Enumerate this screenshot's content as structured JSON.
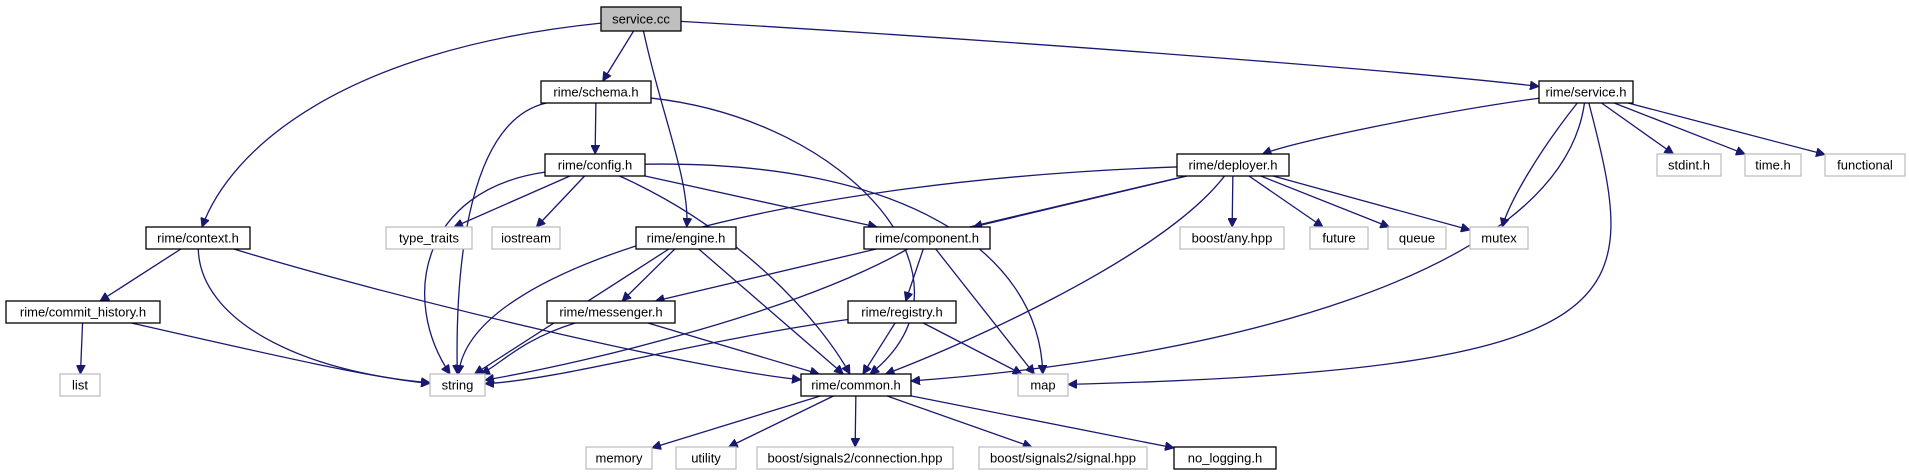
{
  "graph": {
    "colors": {
      "edge": "#191970",
      "root_fill": "#bfbfbf",
      "doc_border": "#000000",
      "external_border": "#bfbfbf",
      "text": "#000000"
    },
    "nodes": [
      {
        "id": "service_cc",
        "label": "service.cc",
        "kind": "root"
      },
      {
        "id": "context_h",
        "label": "rime/context.h",
        "kind": "doc"
      },
      {
        "id": "schema_h",
        "label": "rime/schema.h",
        "kind": "doc"
      },
      {
        "id": "engine_h",
        "label": "rime/engine.h",
        "kind": "doc"
      },
      {
        "id": "service_h",
        "label": "rime/service.h",
        "kind": "doc"
      },
      {
        "id": "commit_history_h",
        "label": "rime/commit_history.h",
        "kind": "doc"
      },
      {
        "id": "list",
        "label": "list",
        "kind": "external"
      },
      {
        "id": "string",
        "label": "string",
        "kind": "external"
      },
      {
        "id": "common_h",
        "label": "rime/common.h",
        "kind": "doc"
      },
      {
        "id": "config_h",
        "label": "rime/config.h",
        "kind": "doc"
      },
      {
        "id": "type_traits",
        "label": "type_traits",
        "kind": "external"
      },
      {
        "id": "iostream",
        "label": "iostream",
        "kind": "external"
      },
      {
        "id": "component_h",
        "label": "rime/component.h",
        "kind": "doc"
      },
      {
        "id": "map",
        "label": "map",
        "kind": "external"
      },
      {
        "id": "messenger_h",
        "label": "rime/messenger.h",
        "kind": "doc"
      },
      {
        "id": "registry_h",
        "label": "rime/registry.h",
        "kind": "doc"
      },
      {
        "id": "deployer_h",
        "label": "rime/deployer.h",
        "kind": "doc"
      },
      {
        "id": "boost_any",
        "label": "boost/any.hpp",
        "kind": "external"
      },
      {
        "id": "future",
        "label": "future",
        "kind": "external"
      },
      {
        "id": "queue",
        "label": "queue",
        "kind": "external"
      },
      {
        "id": "mutex",
        "label": "mutex",
        "kind": "external"
      },
      {
        "id": "stdint_h",
        "label": "stdint.h",
        "kind": "external"
      },
      {
        "id": "time_h",
        "label": "time.h",
        "kind": "external"
      },
      {
        "id": "functional",
        "label": "functional",
        "kind": "external"
      },
      {
        "id": "memory",
        "label": "memory",
        "kind": "external"
      },
      {
        "id": "utility",
        "label": "utility",
        "kind": "external"
      },
      {
        "id": "connection_hpp",
        "label": "boost/signals2/connection.hpp",
        "kind": "external"
      },
      {
        "id": "signal_hpp",
        "label": "boost/signals2/signal.hpp",
        "kind": "external"
      },
      {
        "id": "no_logging_h",
        "label": "no_logging.h",
        "kind": "doc"
      }
    ],
    "edges": [
      {
        "from": "service_cc",
        "to": "context_h"
      },
      {
        "from": "service_cc",
        "to": "schema_h"
      },
      {
        "from": "service_cc",
        "to": "engine_h"
      },
      {
        "from": "service_cc",
        "to": "service_h"
      },
      {
        "from": "context_h",
        "to": "commit_history_h"
      },
      {
        "from": "context_h",
        "to": "string"
      },
      {
        "from": "context_h",
        "to": "common_h"
      },
      {
        "from": "commit_history_h",
        "to": "list"
      },
      {
        "from": "commit_history_h",
        "to": "string"
      },
      {
        "from": "schema_h",
        "to": "string"
      },
      {
        "from": "schema_h",
        "to": "config_h"
      },
      {
        "from": "schema_h",
        "to": "common_h"
      },
      {
        "from": "config_h",
        "to": "string"
      },
      {
        "from": "config_h",
        "to": "type_traits"
      },
      {
        "from": "config_h",
        "to": "iostream"
      },
      {
        "from": "config_h",
        "to": "component_h"
      },
      {
        "from": "config_h",
        "to": "common_h"
      },
      {
        "from": "config_h",
        "to": "map"
      },
      {
        "from": "engine_h",
        "to": "messenger_h"
      },
      {
        "from": "engine_h",
        "to": "string"
      },
      {
        "from": "engine_h",
        "to": "common_h"
      },
      {
        "from": "component_h",
        "to": "string"
      },
      {
        "from": "component_h",
        "to": "registry_h"
      },
      {
        "from": "component_h",
        "to": "map"
      },
      {
        "from": "messenger_h",
        "to": "string"
      },
      {
        "from": "messenger_h",
        "to": "common_h"
      },
      {
        "from": "registry_h",
        "to": "string"
      },
      {
        "from": "registry_h",
        "to": "common_h"
      },
      {
        "from": "registry_h",
        "to": "map"
      },
      {
        "from": "service_h",
        "to": "deployer_h"
      },
      {
        "from": "service_h",
        "to": "mutex"
      },
      {
        "from": "service_h",
        "to": "stdint_h"
      },
      {
        "from": "service_h",
        "to": "time_h"
      },
      {
        "from": "service_h",
        "to": "functional"
      },
      {
        "from": "service_h",
        "to": "common_h"
      },
      {
        "from": "service_h",
        "to": "map"
      },
      {
        "from": "deployer_h",
        "to": "string"
      },
      {
        "from": "deployer_h",
        "to": "messenger_h"
      },
      {
        "from": "deployer_h",
        "to": "component_h"
      },
      {
        "from": "deployer_h",
        "to": "boost_any"
      },
      {
        "from": "deployer_h",
        "to": "future"
      },
      {
        "from": "deployer_h",
        "to": "queue"
      },
      {
        "from": "deployer_h",
        "to": "mutex"
      },
      {
        "from": "deployer_h",
        "to": "common_h"
      },
      {
        "from": "common_h",
        "to": "memory"
      },
      {
        "from": "common_h",
        "to": "utility"
      },
      {
        "from": "common_h",
        "to": "connection_hpp"
      },
      {
        "from": "common_h",
        "to": "signal_hpp"
      },
      {
        "from": "common_h",
        "to": "no_logging_h"
      }
    ]
  }
}
